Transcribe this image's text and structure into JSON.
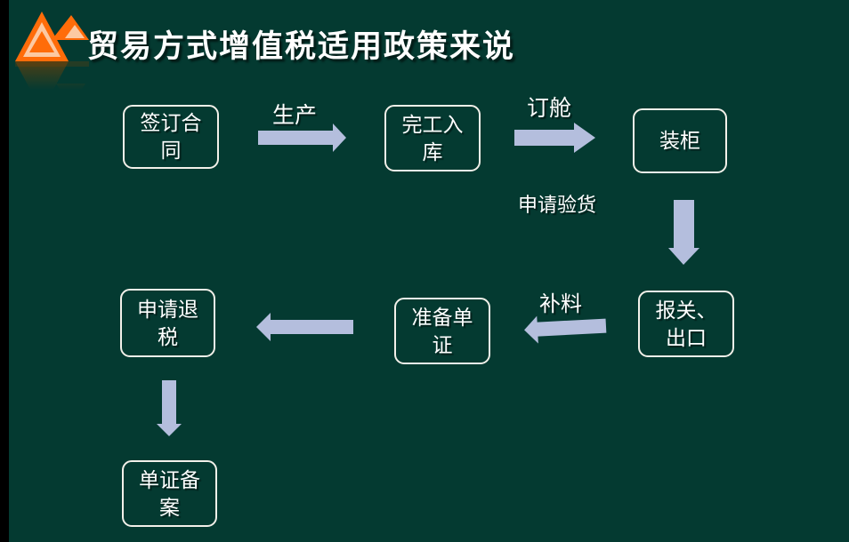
{
  "slide": {
    "title": "贸易方式增值税适用政策来说",
    "colors": {
      "background": "#043a31",
      "edge_strip": "#000000",
      "arrow": "#b4bedd",
      "box_border": "#f2f0e9",
      "text": "#ffffff",
      "logo_orange": "#ff6c09",
      "logo_peach": "#fcc9a2"
    },
    "logo_name": "double-triangle-logo"
  },
  "flowchart": {
    "nodes": [
      {
        "id": "sign-contract",
        "label": "签订合\n同"
      },
      {
        "id": "finish-warehouse",
        "label": "完工入\n库"
      },
      {
        "id": "load-container",
        "label": "装柜"
      },
      {
        "id": "customs-export",
        "label": "报关、\n出口"
      },
      {
        "id": "prepare-documents",
        "label": "准备单\n证"
      },
      {
        "id": "apply-tax-refund",
        "label": "申请退\n税"
      },
      {
        "id": "document-filing",
        "label": "单证备\n案"
      }
    ],
    "edge_labels": {
      "production": "生产",
      "booking": "订舱",
      "apply_inspection": "申请验货",
      "supplement": "补料"
    }
  }
}
